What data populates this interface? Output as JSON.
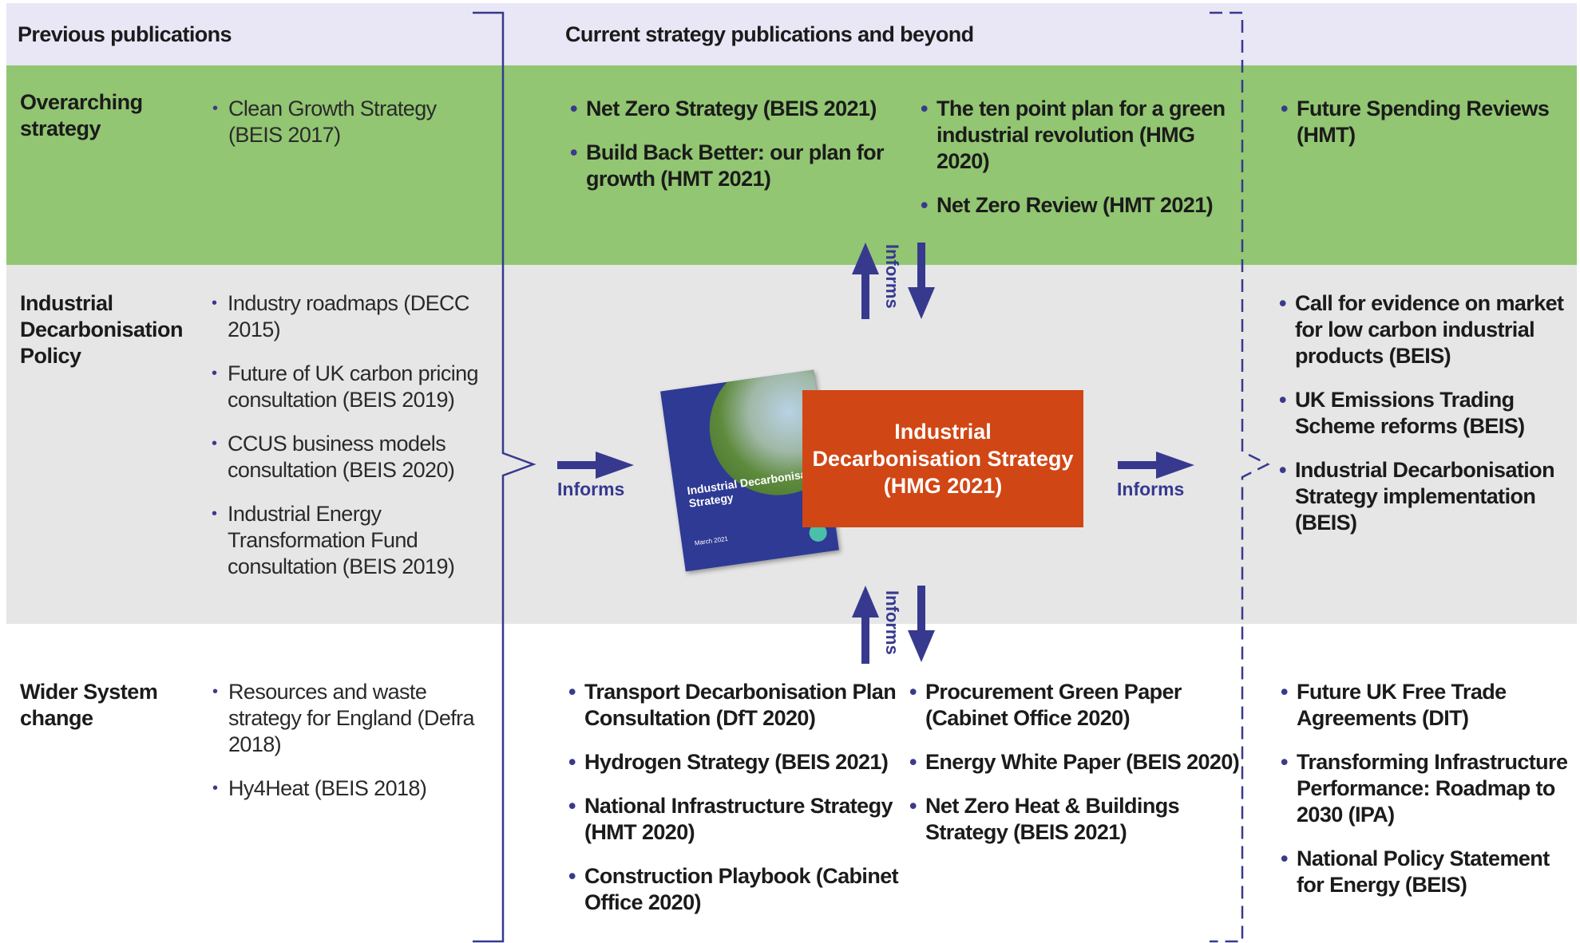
{
  "header": {
    "previous": "Previous publications",
    "current": "Current strategy publications and beyond"
  },
  "rows": {
    "overarching": "Overarching strategy",
    "industrial": "Industrial Decarbonisation Policy",
    "wider": "Wider System change"
  },
  "previous": {
    "overarching": [
      "Clean Growth Strategy (BEIS 2017)"
    ],
    "industrial": [
      "Industry roadmaps (DECC 2015)",
      "Future of UK carbon pricing consultation (BEIS 2019)",
      "CCUS business models consultation (BEIS 2020)",
      "Industrial Energy Transformation Fund consultation (BEIS 2019)"
    ],
    "wider": [
      "Resources and waste strategy for England (Defra 2018)",
      "Hy4Heat  (BEIS 2018)"
    ]
  },
  "current": {
    "overarching_left": [
      "Net Zero Strategy (BEIS 2021)",
      "Build Back Better: our plan for growth (HMT 2021)"
    ],
    "overarching_right": [
      "The ten point plan for a green industrial revolution (HMG 2020)",
      "Net Zero Review (HMT 2021)"
    ],
    "central": "Industrial Decarbonisation Strategy (HMG 2021)",
    "wider_left": [
      "Transport Decarbonisation Plan Consultation (DfT 2020)",
      "Hydrogen Strategy (BEIS 2021)",
      "National Infrastructure Strategy (HMT 2020)",
      "Construction Playbook (Cabinet Office 2020)"
    ],
    "wider_right": [
      "Procurement Green Paper (Cabinet Office 2020)",
      "Energy White Paper (BEIS 2020)",
      "Net Zero Heat & Buildings Strategy (BEIS 2021)"
    ]
  },
  "future": {
    "overarching": [
      "Future Spending Reviews (HMT)"
    ],
    "industrial": [
      "Call for evidence on market for low carbon industrial products (BEIS)",
      "UK Emissions Trading Scheme reforms (BEIS)",
      "Industrial Decarbonisation Strategy implementation (BEIS)"
    ],
    "wider": [
      "Future UK Free Trade Agreements (DIT)",
      "Transforming Infrastructure Performance: Roadmap to 2030 (IPA)",
      "National Policy Statement for Energy (BEIS)"
    ]
  },
  "arrows": {
    "informs_label": "Informs"
  },
  "cover": {
    "title": "Industrial Decarbonisation Strategy",
    "date": "March 2021"
  },
  "colors": {
    "header_band": "#e9e6f6",
    "overarching_band": "#92c672",
    "industrial_band": "#e6e6e6",
    "central_box": "#d14615",
    "arrow": "#37398f"
  }
}
